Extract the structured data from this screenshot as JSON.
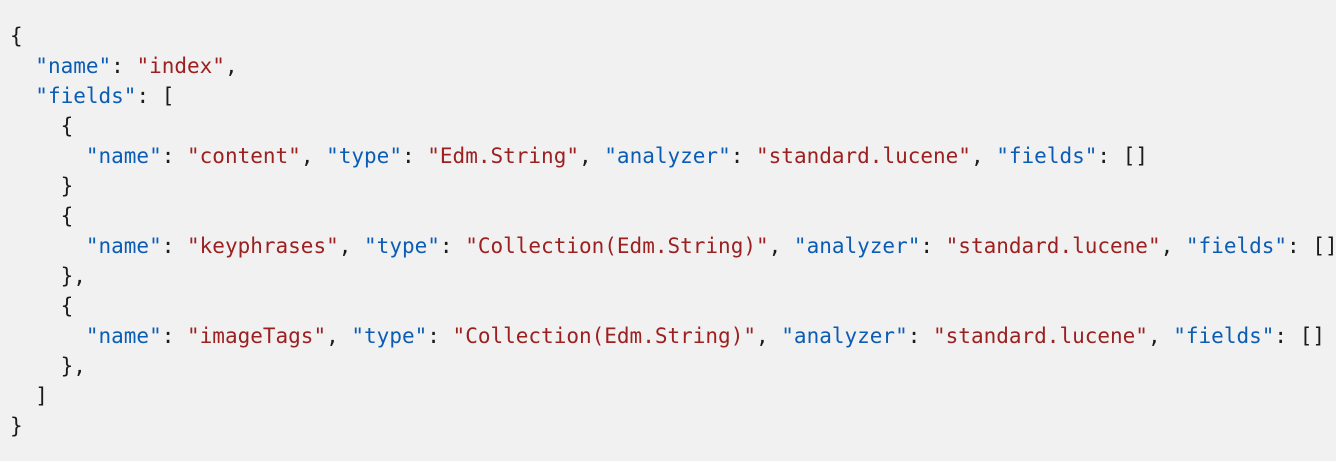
{
  "code_block": {
    "language": "json",
    "background_color": "#f1f1f1",
    "colors": {
      "key": "#0b5cb5",
      "string": "#9c2020",
      "punctuation": "#1b1b1b",
      "bracket": "#1b1b1b"
    },
    "lines": [
      {
        "id": "line-1",
        "tokens": [
          {
            "kind": "bracket",
            "text": "{"
          }
        ]
      },
      {
        "id": "line-2",
        "tokens": [
          {
            "kind": "indent",
            "text": "  "
          },
          {
            "kind": "key",
            "text": "\"name\""
          },
          {
            "kind": "punct",
            "text": ": "
          },
          {
            "kind": "string",
            "text": "\"index\""
          },
          {
            "kind": "punct",
            "text": ","
          }
        ]
      },
      {
        "id": "line-3",
        "tokens": [
          {
            "kind": "indent",
            "text": "  "
          },
          {
            "kind": "key",
            "text": "\"fields\""
          },
          {
            "kind": "punct",
            "text": ": "
          },
          {
            "kind": "bracket",
            "text": "["
          }
        ]
      },
      {
        "id": "line-4",
        "tokens": [
          {
            "kind": "indent",
            "text": "    "
          },
          {
            "kind": "bracket",
            "text": "{"
          }
        ]
      },
      {
        "id": "line-5",
        "tokens": [
          {
            "kind": "indent",
            "text": "      "
          },
          {
            "kind": "key",
            "text": "\"name\""
          },
          {
            "kind": "punct",
            "text": ": "
          },
          {
            "kind": "string",
            "text": "\"content\""
          },
          {
            "kind": "punct",
            "text": ", "
          },
          {
            "kind": "key",
            "text": "\"type\""
          },
          {
            "kind": "punct",
            "text": ": "
          },
          {
            "kind": "string",
            "text": "\"Edm.String\""
          },
          {
            "kind": "punct",
            "text": ", "
          },
          {
            "kind": "key",
            "text": "\"analyzer\""
          },
          {
            "kind": "punct",
            "text": ": "
          },
          {
            "kind": "string",
            "text": "\"standard.lucene\""
          },
          {
            "kind": "punct",
            "text": ", "
          },
          {
            "kind": "key",
            "text": "\"fields\""
          },
          {
            "kind": "punct",
            "text": ": "
          },
          {
            "kind": "bracket",
            "text": "[]"
          }
        ]
      },
      {
        "id": "line-6",
        "tokens": [
          {
            "kind": "indent",
            "text": "    "
          },
          {
            "kind": "bracket",
            "text": "}"
          }
        ]
      },
      {
        "id": "line-7",
        "tokens": [
          {
            "kind": "indent",
            "text": "    "
          },
          {
            "kind": "bracket",
            "text": "{"
          }
        ]
      },
      {
        "id": "line-8",
        "tokens": [
          {
            "kind": "indent",
            "text": "      "
          },
          {
            "kind": "key",
            "text": "\"name\""
          },
          {
            "kind": "punct",
            "text": ": "
          },
          {
            "kind": "string",
            "text": "\"keyphrases\""
          },
          {
            "kind": "punct",
            "text": ", "
          },
          {
            "kind": "key",
            "text": "\"type\""
          },
          {
            "kind": "punct",
            "text": ": "
          },
          {
            "kind": "string",
            "text": "\"Collection(Edm.String)\""
          },
          {
            "kind": "punct",
            "text": ", "
          },
          {
            "kind": "key",
            "text": "\"analyzer\""
          },
          {
            "kind": "punct",
            "text": ": "
          },
          {
            "kind": "string",
            "text": "\"standard.lucene\""
          },
          {
            "kind": "punct",
            "text": ", "
          },
          {
            "kind": "key",
            "text": "\"fields\""
          },
          {
            "kind": "punct",
            "text": ": "
          },
          {
            "kind": "bracket",
            "text": "[]"
          }
        ]
      },
      {
        "id": "line-9",
        "tokens": [
          {
            "kind": "indent",
            "text": "    "
          },
          {
            "kind": "bracket",
            "text": "}"
          },
          {
            "kind": "punct",
            "text": ","
          }
        ]
      },
      {
        "id": "line-10",
        "tokens": [
          {
            "kind": "indent",
            "text": "    "
          },
          {
            "kind": "bracket",
            "text": "{"
          }
        ]
      },
      {
        "id": "line-11",
        "tokens": [
          {
            "kind": "indent",
            "text": "      "
          },
          {
            "kind": "key",
            "text": "\"name\""
          },
          {
            "kind": "punct",
            "text": ": "
          },
          {
            "kind": "string",
            "text": "\"imageTags\""
          },
          {
            "kind": "punct",
            "text": ", "
          },
          {
            "kind": "key",
            "text": "\"type\""
          },
          {
            "kind": "punct",
            "text": ": "
          },
          {
            "kind": "string",
            "text": "\"Collection(Edm.String)\""
          },
          {
            "kind": "punct",
            "text": ", "
          },
          {
            "kind": "key",
            "text": "\"analyzer\""
          },
          {
            "kind": "punct",
            "text": ": "
          },
          {
            "kind": "string",
            "text": "\"standard.lucene\""
          },
          {
            "kind": "punct",
            "text": ", "
          },
          {
            "kind": "key",
            "text": "\"fields\""
          },
          {
            "kind": "punct",
            "text": ": "
          },
          {
            "kind": "bracket",
            "text": "[]"
          }
        ]
      },
      {
        "id": "line-12",
        "tokens": [
          {
            "kind": "indent",
            "text": "    "
          },
          {
            "kind": "bracket",
            "text": "}"
          },
          {
            "kind": "punct",
            "text": ","
          }
        ]
      },
      {
        "id": "line-13",
        "tokens": [
          {
            "kind": "indent",
            "text": "  "
          },
          {
            "kind": "bracket",
            "text": "]"
          }
        ]
      },
      {
        "id": "line-14",
        "tokens": [
          {
            "kind": "bracket",
            "text": "}"
          }
        ]
      }
    ]
  }
}
